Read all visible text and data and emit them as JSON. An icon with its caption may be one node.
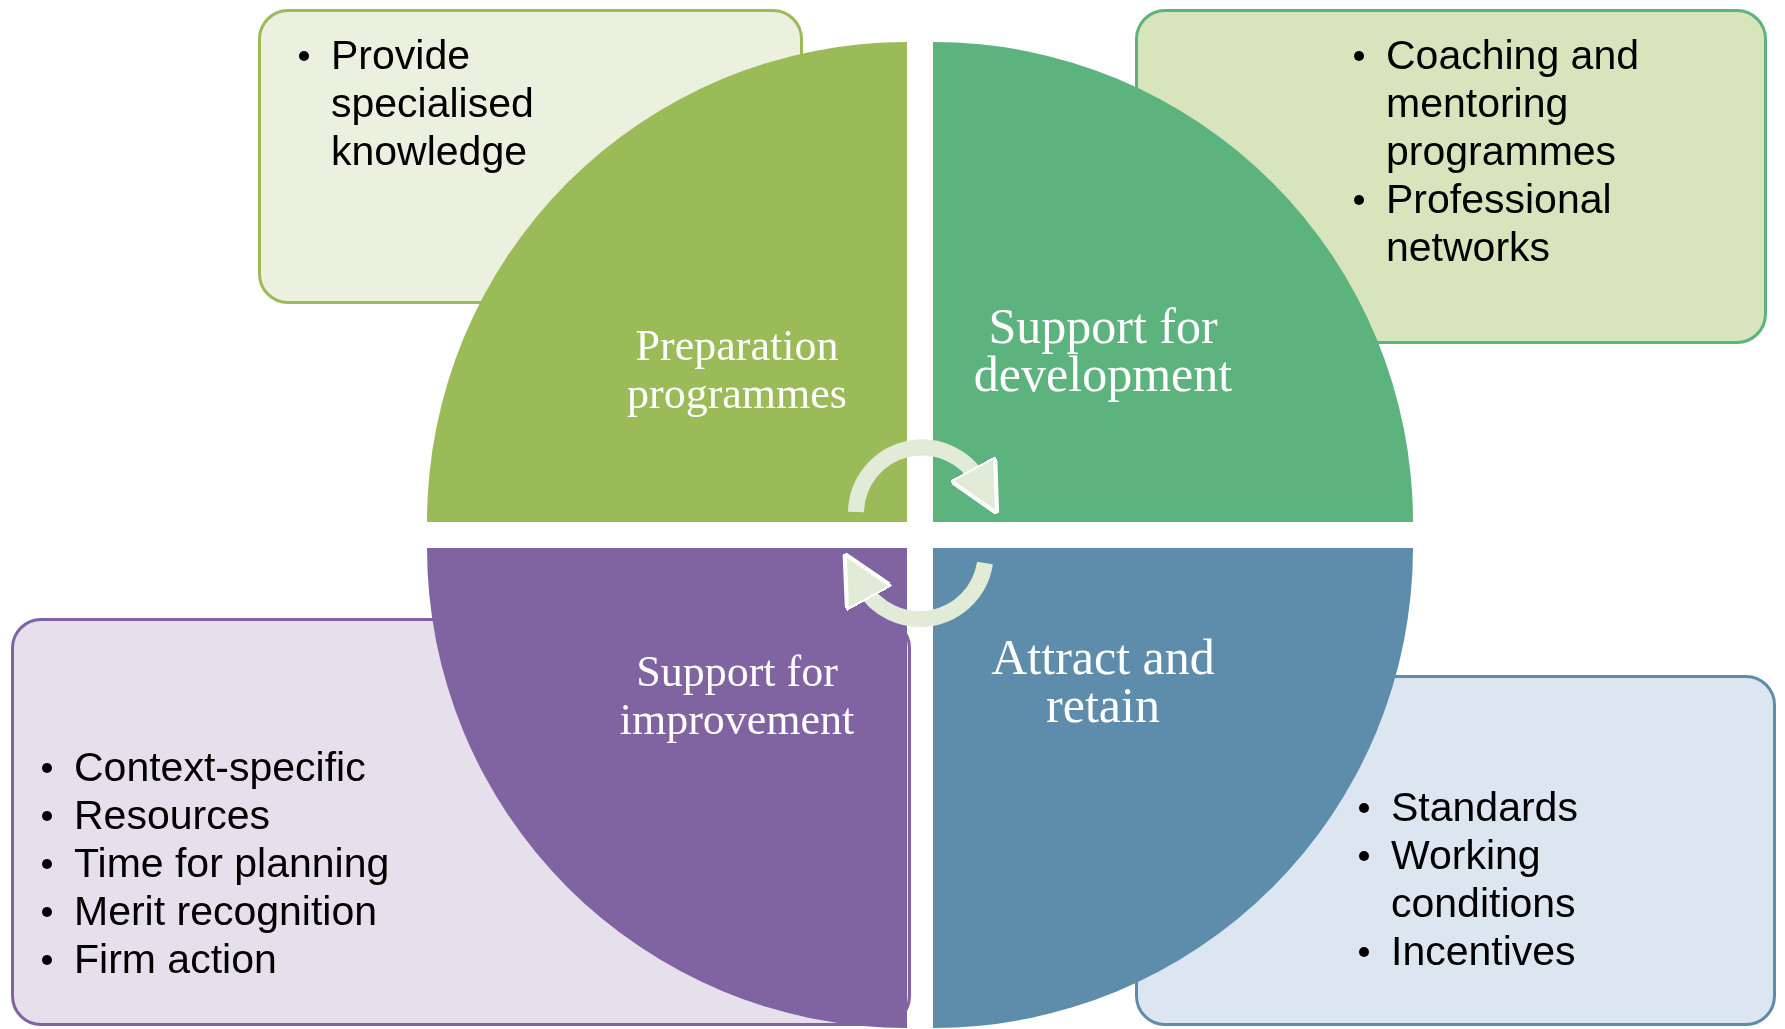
{
  "diagram": {
    "nodes": [
      {
        "text": [
          "Preparation programmes"
        ]
      },
      {
        "text": [
          "Support for development"
        ]
      },
      {
        "text": [
          "Support for improvement"
        ]
      },
      {
        "text": [
          "Attract and retain"
        ]
      },
      {
        "text": [
          "Provide specialised knowledge"
        ]
      },
      {
        "text": [
          "Coaching and mentoring programmes",
          "Professional networks"
        ]
      },
      {
        "text": [
          "Context-specific",
          "Resources",
          "Time for planning",
          "Merit recognition",
          "Firm action"
        ]
      },
      {
        "text": [
          "Standards",
          "Working conditions",
          "Incentives"
        ]
      }
    ],
    "edges": [
      {
        "from": 0,
        "to": 1,
        "arrow": "to"
      },
      {
        "from": 3,
        "to": 2,
        "arrow": "to"
      }
    ]
  }
}
